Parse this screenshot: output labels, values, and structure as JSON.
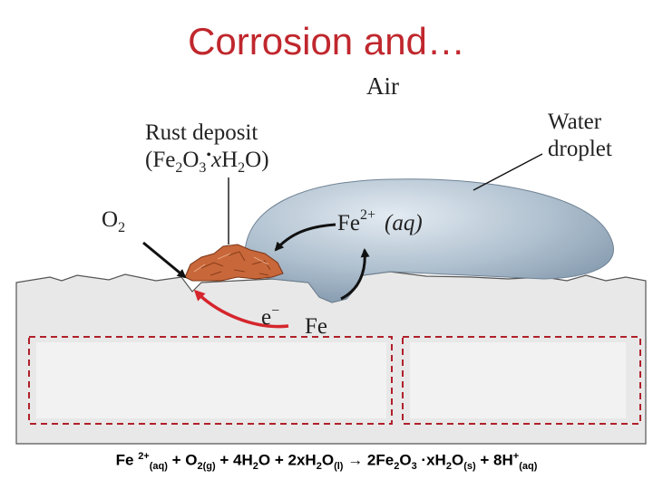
{
  "title": "Corrosion and…",
  "labels": {
    "air": "Air",
    "water_line1": "Water",
    "water_line2": "droplet",
    "rust_line1": "Rust deposit",
    "rust_formula": {
      "a": "(Fe",
      "b": "2",
      "c": "O",
      "d": "3",
      "e": "•",
      "f": "x",
      "g": "H",
      "h": "2",
      "i": "O)"
    },
    "o2": {
      "main": "O",
      "sub": "2"
    },
    "fe_ion": {
      "main": "Fe",
      "sup": "2+",
      "state": "(aq)"
    },
    "electron": {
      "main": "e",
      "sup": "−"
    },
    "fe": "Fe"
  },
  "equation": {
    "t1": "Fe ",
    "s1": "2+",
    "b1": "(aq)",
    "t2": " + O",
    "b2": "2(g)",
    "t3": " + 4H",
    "b3": "2",
    "t4": "O + 2xH",
    "b4": "2",
    "t5": "O",
    "b5": "(l)",
    "arrow": " → ",
    "t6": "2Fe",
    "b6": "2",
    "t7": "O",
    "b7": "3",
    "t8": " ·xH",
    "b8": "2",
    "t9": "O",
    "b9": "(s)",
    "t10": " + 8H",
    "s10": "+",
    "b10": "(aq)"
  },
  "colors": {
    "title": "#c0272d",
    "metal": "#e8e8e8",
    "droplet": "#aebfce",
    "rust": "#c8673a",
    "red_arrow": "#d5262d",
    "dash_box": "#b0202a"
  }
}
